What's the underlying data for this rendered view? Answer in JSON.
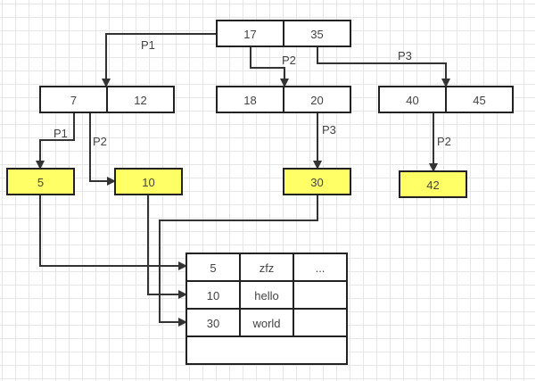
{
  "colors": {
    "leaf_fill": "#ffff66",
    "node_fill": "#ffffff",
    "stroke": "#222222",
    "edge": "#333333",
    "grid": "#e6e6e6"
  },
  "nodes": [
    {
      "id": "root",
      "keys": [
        "17",
        "35"
      ],
      "type": "internal"
    },
    {
      "id": "n-7-12",
      "keys": [
        "7",
        "12"
      ],
      "type": "internal"
    },
    {
      "id": "n-18-20",
      "keys": [
        "18",
        "20"
      ],
      "type": "internal"
    },
    {
      "id": "n-40-45",
      "keys": [
        "40",
        "45"
      ],
      "type": "internal"
    },
    {
      "id": "leaf-5",
      "keys": [
        "5"
      ],
      "type": "leaf"
    },
    {
      "id": "leaf-10",
      "keys": [
        "10"
      ],
      "type": "leaf"
    },
    {
      "id": "leaf-30",
      "keys": [
        "30"
      ],
      "type": "leaf"
    },
    {
      "id": "leaf-42",
      "keys": [
        "42"
      ],
      "type": "leaf"
    }
  ],
  "edges": [
    {
      "from": "root",
      "to": "n-7-12",
      "label": "P1"
    },
    {
      "from": "root",
      "to": "n-18-20",
      "label": "P2"
    },
    {
      "from": "root",
      "to": "n-40-45",
      "label": "P3"
    },
    {
      "from": "n-7-12",
      "to": "leaf-5",
      "label": "P1"
    },
    {
      "from": "n-7-12",
      "to": "leaf-10",
      "label": "P2"
    },
    {
      "from": "n-18-20",
      "to": "leaf-30",
      "label": "P3"
    },
    {
      "from": "n-40-45",
      "to": "leaf-42",
      "label": "P2"
    },
    {
      "from": "leaf-5",
      "to": "table-row-0",
      "label": ""
    },
    {
      "from": "leaf-10",
      "to": "table-row-1",
      "label": ""
    },
    {
      "from": "leaf-30",
      "to": "table-row-2",
      "label": ""
    }
  ],
  "table": {
    "rows": [
      [
        "5",
        "zfz",
        "..."
      ],
      [
        "10",
        "hello",
        ""
      ],
      [
        "30",
        "world",
        ""
      ]
    ]
  }
}
